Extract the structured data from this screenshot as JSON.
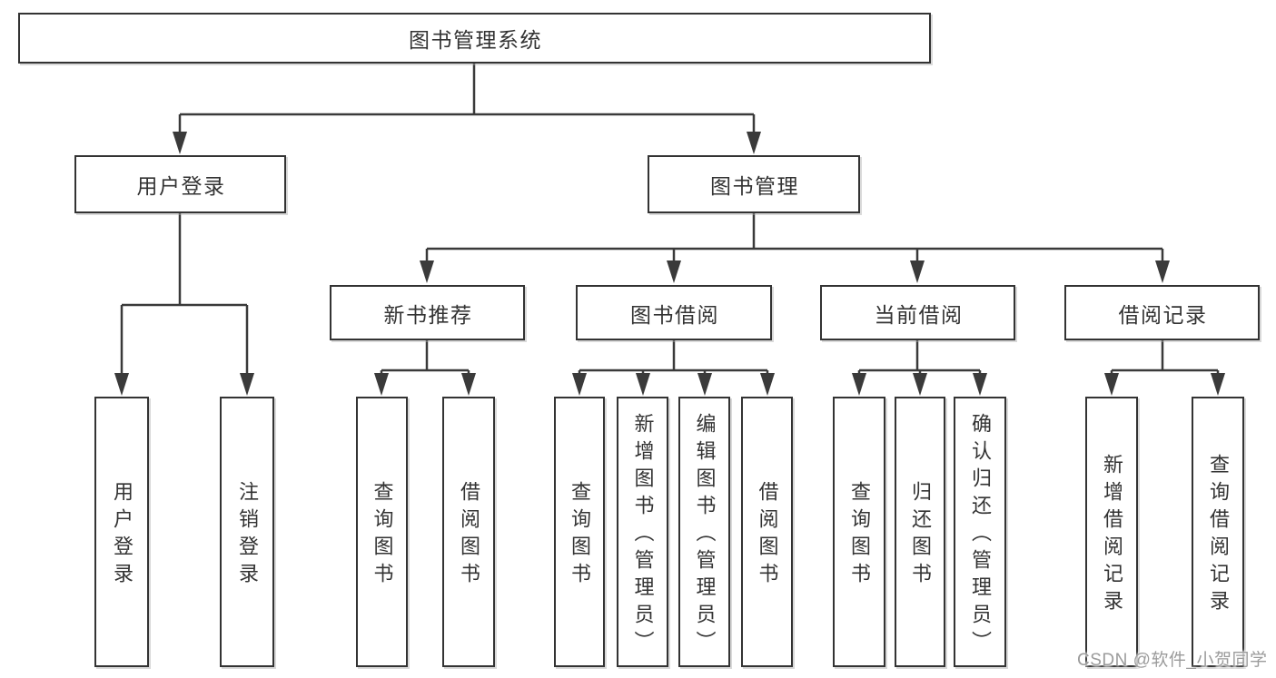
{
  "colors": {
    "line": "#3a3a3a",
    "box_border": "#333333",
    "text": "#333333",
    "background": "#ffffff",
    "watermark": "#9b9b9b"
  },
  "watermark": "CSDN @软件_小贺同学",
  "tree": {
    "root": {
      "label": "图书管理系统",
      "children": [
        {
          "label": "用户登录",
          "children": [
            {
              "label": "用户登录"
            },
            {
              "label": "注销登录"
            }
          ]
        },
        {
          "label": "图书管理",
          "children": [
            {
              "label": "新书推荐",
              "children": [
                {
                  "label": "查询图书"
                },
                {
                  "label": "借阅图书"
                }
              ]
            },
            {
              "label": "图书借阅",
              "children": [
                {
                  "label": "查询图书"
                },
                {
                  "label": "新增图书（管理员）"
                },
                {
                  "label": "编辑图书（管理员）"
                },
                {
                  "label": "借阅图书"
                }
              ]
            },
            {
              "label": "当前借阅",
              "children": [
                {
                  "label": "查询图书"
                },
                {
                  "label": "归还图书"
                },
                {
                  "label": "确认归还（管理员）"
                }
              ]
            },
            {
              "label": "借阅记录",
              "children": [
                {
                  "label": "新增借阅记录"
                },
                {
                  "label": "查询借阅记录"
                }
              ]
            }
          ]
        }
      ]
    }
  }
}
